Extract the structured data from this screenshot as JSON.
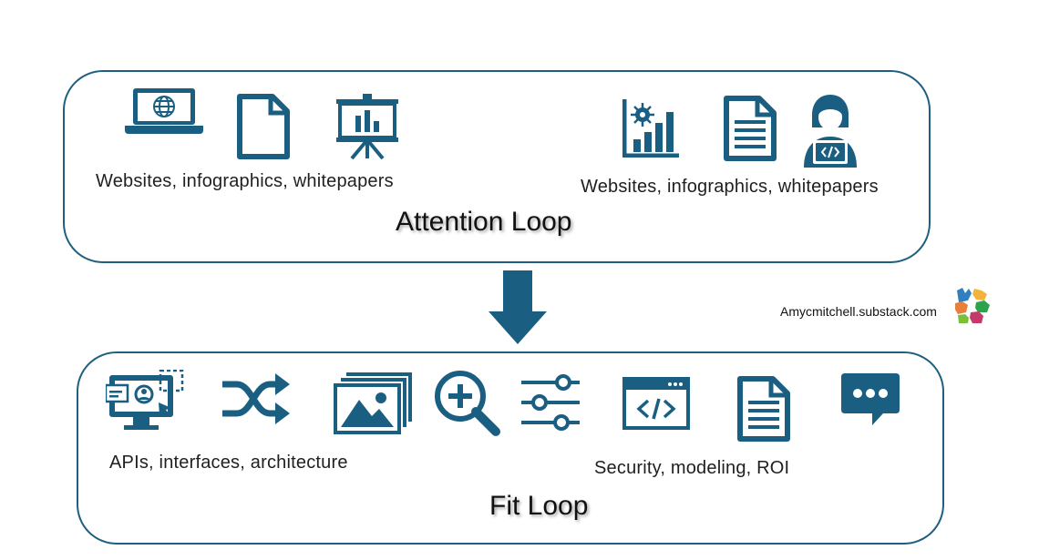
{
  "attention_loop": {
    "title": "Attention Loop",
    "left_group": {
      "caption": "Websites, infographics, whitepapers",
      "icons": [
        "laptop-globe-icon",
        "document-icon",
        "presentation-chart-icon"
      ]
    },
    "right_group": {
      "caption": "Websites, infographics, whitepapers",
      "icons": [
        "bar-chart-virus-icon",
        "text-document-icon",
        "developer-person-icon"
      ]
    }
  },
  "fit_loop": {
    "title": "Fit Loop",
    "left_group": {
      "caption": "APIs, interfaces, architecture",
      "icons": [
        "user-interface-monitor-icon",
        "shuffle-icon",
        "image-gallery-icon",
        "zoom-in-icon",
        "sliders-icon"
      ]
    },
    "right_group": {
      "caption": "Security, modeling, ROI",
      "icons": [
        "code-window-icon",
        "text-document-icon",
        "chat-bubble-icon"
      ]
    }
  },
  "watermark": {
    "text": "Amycmitchell.substack.com"
  },
  "colors": {
    "icon": "#1a5f82",
    "border": "#1e5f80",
    "arrow": "#1a5f82",
    "text": "#1f1f1f"
  }
}
